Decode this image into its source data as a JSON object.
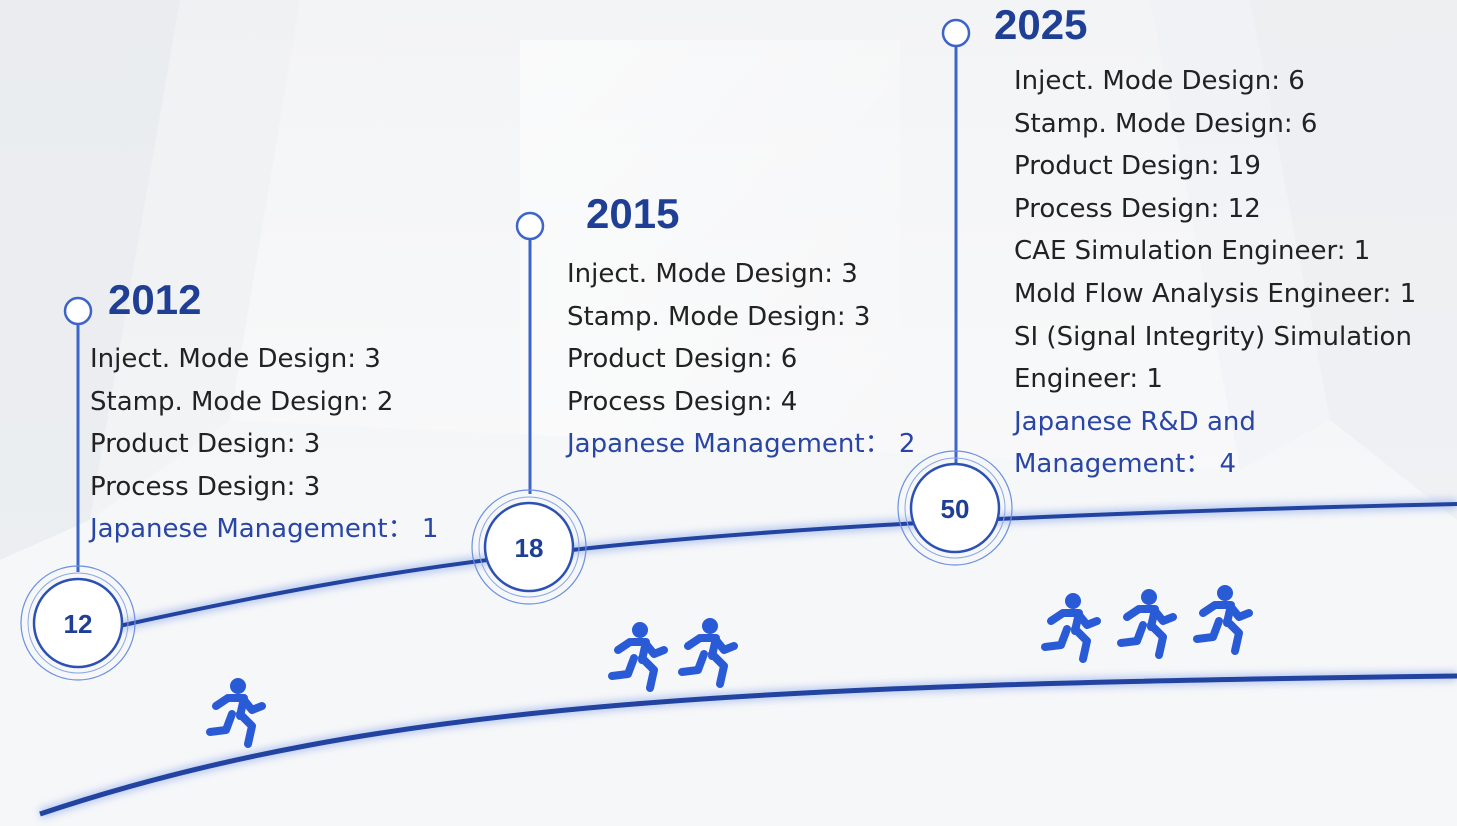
{
  "milestones": [
    {
      "year": "2012",
      "count": "12",
      "roles": [
        "Inject. Mode Design: 3",
        "Stamp. Mode Design: 2",
        "Product Design: 3",
        "Process Design: 3"
      ],
      "management": "Japanese Management： 1"
    },
    {
      "year": "2015",
      "count": "18",
      "roles": [
        "Inject. Mode Design: 3",
        "Stamp. Mode Design: 3",
        "Product Design: 6",
        "Process Design: 4"
      ],
      "management": "Japanese Management： 2"
    },
    {
      "year": "2025",
      "count": "50",
      "roles": [
        "Inject. Mode Design: 6",
        "Stamp. Mode Design: 6",
        "Product Design: 19",
        "Process Design: 12",
        "CAE Simulation Engineer: 1",
        "Mold Flow Analysis Engineer: 1",
        "SI (Signal Integrity) Simulation Engineer: 1"
      ],
      "management": "Japanese R&D and Management： 4"
    }
  ],
  "runners": [
    1,
    2,
    3
  ],
  "colors": {
    "accent": "#1f3f95",
    "line": "#2a4aa8",
    "runner": "#2a5bd7",
    "management_text": "#2946a6"
  },
  "icons": {
    "runner": "running-person-icon",
    "node": "timeline-node-icon"
  }
}
